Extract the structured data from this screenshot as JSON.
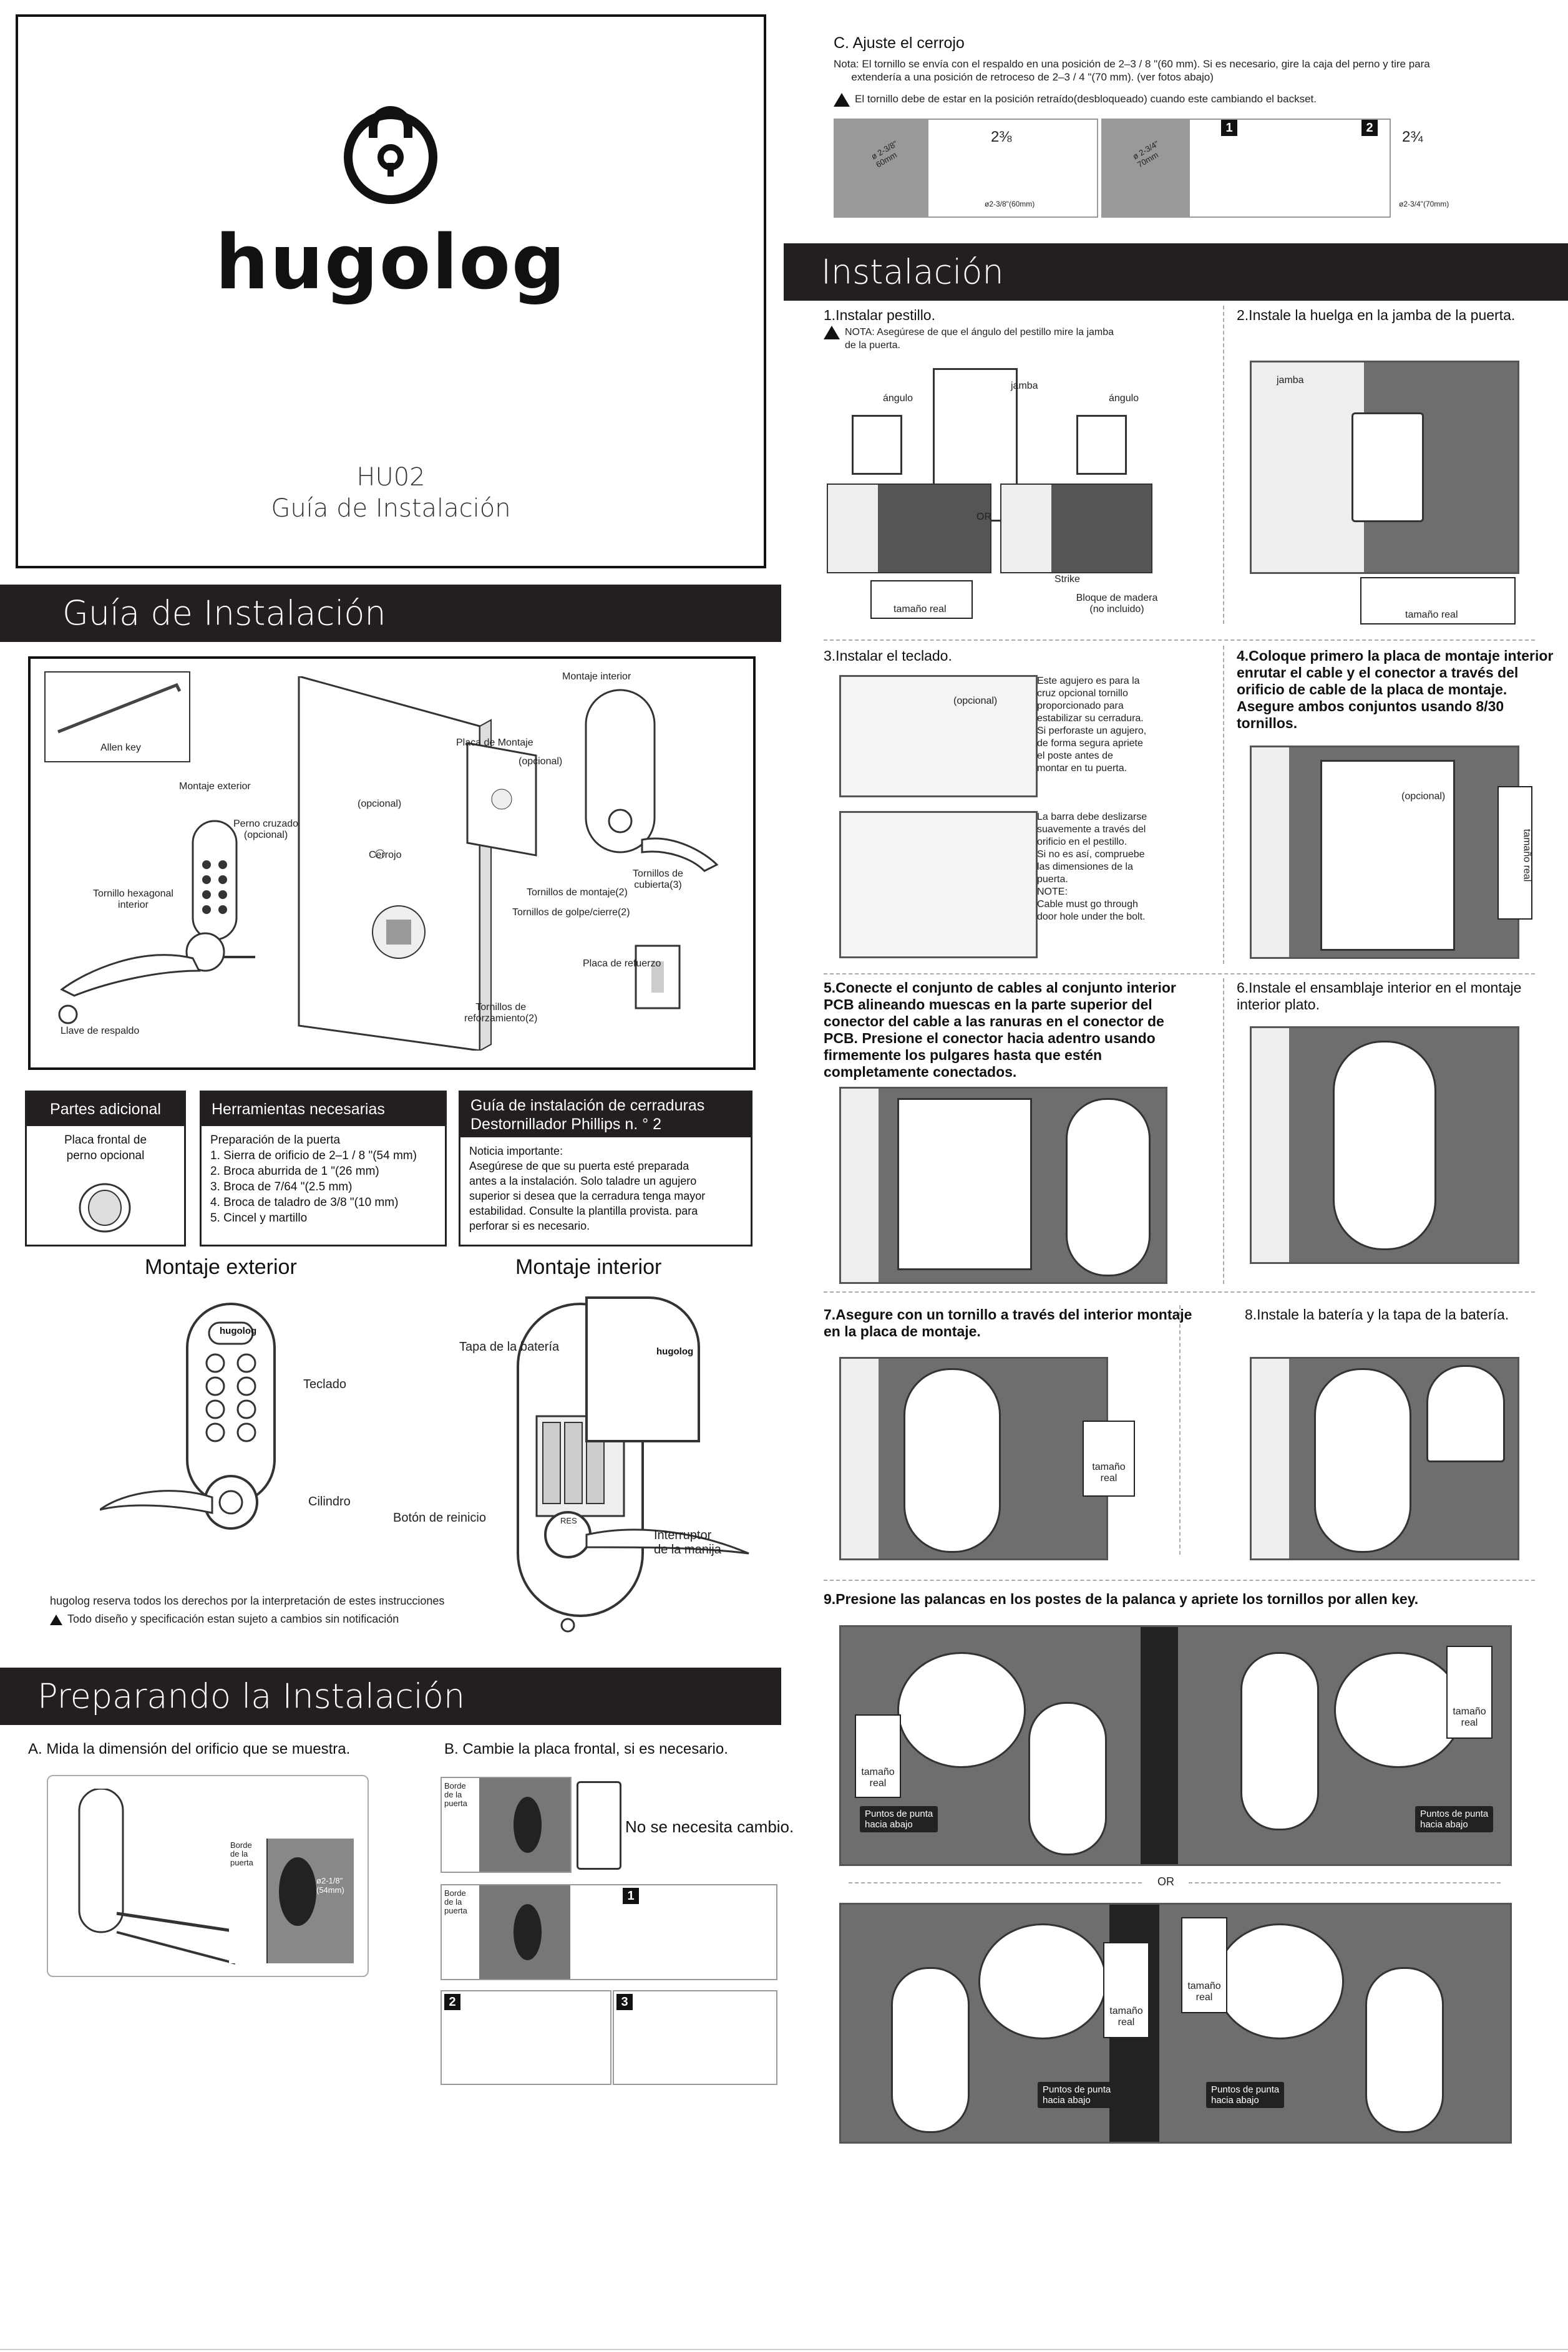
{
  "cover": {
    "brand": "hugolog",
    "model": "HU02",
    "subtitle": "Guía de Instalación"
  },
  "guide": {
    "banner": "Guía de Instalación",
    "labels": {
      "allen_key": "Allen key",
      "exterior_mount": "Montaje exterior",
      "cross_pin": "Perno cruzado\n(opcional)",
      "hex_screw": "Tornillo hexagonal\ninterior",
      "backup_key": "Llave de respaldo",
      "optional": "(opcional)",
      "latch": "Cerrojo",
      "mount_plate": "Placa de Montaje",
      "optional2": "(opcional)",
      "interior_mount": "Montaje interior",
      "cover_screws": "Tornillos de\ncubierta(3)",
      "mount_screws": "Tornillos de montaje(2)",
      "strike_screws": "Tornillos de golpe/cierre(2)",
      "reinforce_plate": "Placa de refuerzo",
      "reinforce_screws": "Tornillos de\nreforzamiento(2)"
    }
  },
  "parts_box": {
    "title": "Partes adicional",
    "body": "Placa frontal de\nperno opcional"
  },
  "tools_box": {
    "title": "Herramientas necesarias",
    "body": "Preparación de la puerta\n1. Sierra de orificio de 2–1 / 8 \"(54 mm)\n2. Broca aburrida de 1 \"(26 mm)\n3. Broca de 7/64 \"(2.5 mm)\n4. Broca de taladro de 3/8 \"(10 mm)\n5. Cincel y martillo"
  },
  "install_box": {
    "title": "Guía de instalación de cerraduras\nDestornillador Phillips n. ° 2",
    "body": "Noticia importante:\nAsegúrese de que su puerta esté preparada\nantes a la instalación. Solo taladre un agujero\nsuperior si desea que la cerradura tenga mayor\nestabilidad. Consulte la plantilla provista. para\nperforar si es necesario."
  },
  "exterior": {
    "title": "Montaje exterior",
    "keypad": "Teclado",
    "cylinder": "Cilindro",
    "logo": "hugolog"
  },
  "interior": {
    "title": "Montaje interior",
    "battery_cover": "Tapa de la batería",
    "reset": "Botón de reinicio",
    "handle_switch": "Interruptor\nde la manija",
    "logo": "hugolog",
    "res": "RES"
  },
  "disclaimer": {
    "line1": "hugolog reserva todos los derechos por la interpretación de estes instrucciones",
    "line2": "Todo diseño y specificación estan sujeto a cambios sin notificación"
  },
  "prep": {
    "banner": "Preparando la Instalación",
    "a": "A. Mida la dimensión del orificio que se muestra.",
    "b": "B. Cambie la placa frontal, si es necesario.",
    "edge": "Borde\nde la\npuerta",
    "dim": "ø2-1/8\"\n(54mm)",
    "no_change": "No se necesita cambio.",
    "badges": [
      "1",
      "2",
      "3"
    ]
  },
  "bolt": {
    "title": "C. Ajuste el cerrojo",
    "note": "Nota: El tornillo se envía con el respaldo en una posición de 2–3 / 8 \"(60 mm). Si es necesario, gire la caja del perno y tire para\n      extendería a una posición de retroceso de 2–3 / 4 \"(70 mm). (ver fotos abajo)",
    "warning": "El tornillo debe de estar en la posición retraído(desbloqueado) cuando este cambiando el backset.",
    "d1": "ø 2-3/8\"\n60mm",
    "d2": "ø 2-3/4\"\n70mm",
    "m1": "2⅜",
    "m2": "2¾",
    "m3": "ø2-3/8\"(60mm)",
    "m4": "ø2-3/4\"(70mm)",
    "badges": [
      "1",
      "2"
    ]
  },
  "install": {
    "banner": "Instalación",
    "s1": "1.Instalar pestillo.",
    "s1_note": "NOTA: Asegúrese de que el ángulo del pestillo mire la jamba\nde la puerta.",
    "angle": "ángulo",
    "jamb": "jamba",
    "or": "OR",
    "strike": "Strike",
    "wood": "Bloque de madera\n(no incluido)",
    "real_size": "tamaño real",
    "s2": "2.Instale la huelga en la jamba de la puerta.",
    "s3": "3.Instalar el teclado.",
    "s3_note1": "Este agujero es para la\ncruz opcional tornillo\nproporcionado para\nestabilizar su cerradura.\nSi perforaste un agujero,\nde forma segura apriete\nel poste antes de\nmontar en tu puerta.",
    "s3_note2": "La barra debe deslizarse\nsuavemente a través del\norificio en el pestillo.\nSi no es así, compruebe\nlas dimensiones de la\npuerta.\nNOTE:\nCable must go through\ndoor hole under the bolt.",
    "s4": "4.Coloque primero la placa de montaje interior\nenrutar el cable y el conector a través del\norificio de cable de la placa de montaje.\nAsegure ambos conjuntos usando 8/30\ntornillos.",
    "s5": "5.Conecte el conjunto de cables al conjunto interior\nPCB alineando muescas en la parte superior del\nconector del cable a las ranuras en el conector de\nPCB. Presione el conector hacia adentro usando\nfirmemente los pulgares hasta que estén\ncompletamente conectados.",
    "s6": "6.Instale el ensamblaje interior en el montaje\ninterior plato.",
    "s7": "7.Asegure con un tornillo a través del interior montaje\nen la placa de montaje.",
    "s8": "8.Instale la batería y la tapa de la batería.",
    "s9": "9.Presione las palancas en los postes de la palanca y apriete los tornillos por allen key.",
    "points_down": "Puntos de punta\nhacia abajo",
    "real_size2": "tamaño\nreal"
  }
}
